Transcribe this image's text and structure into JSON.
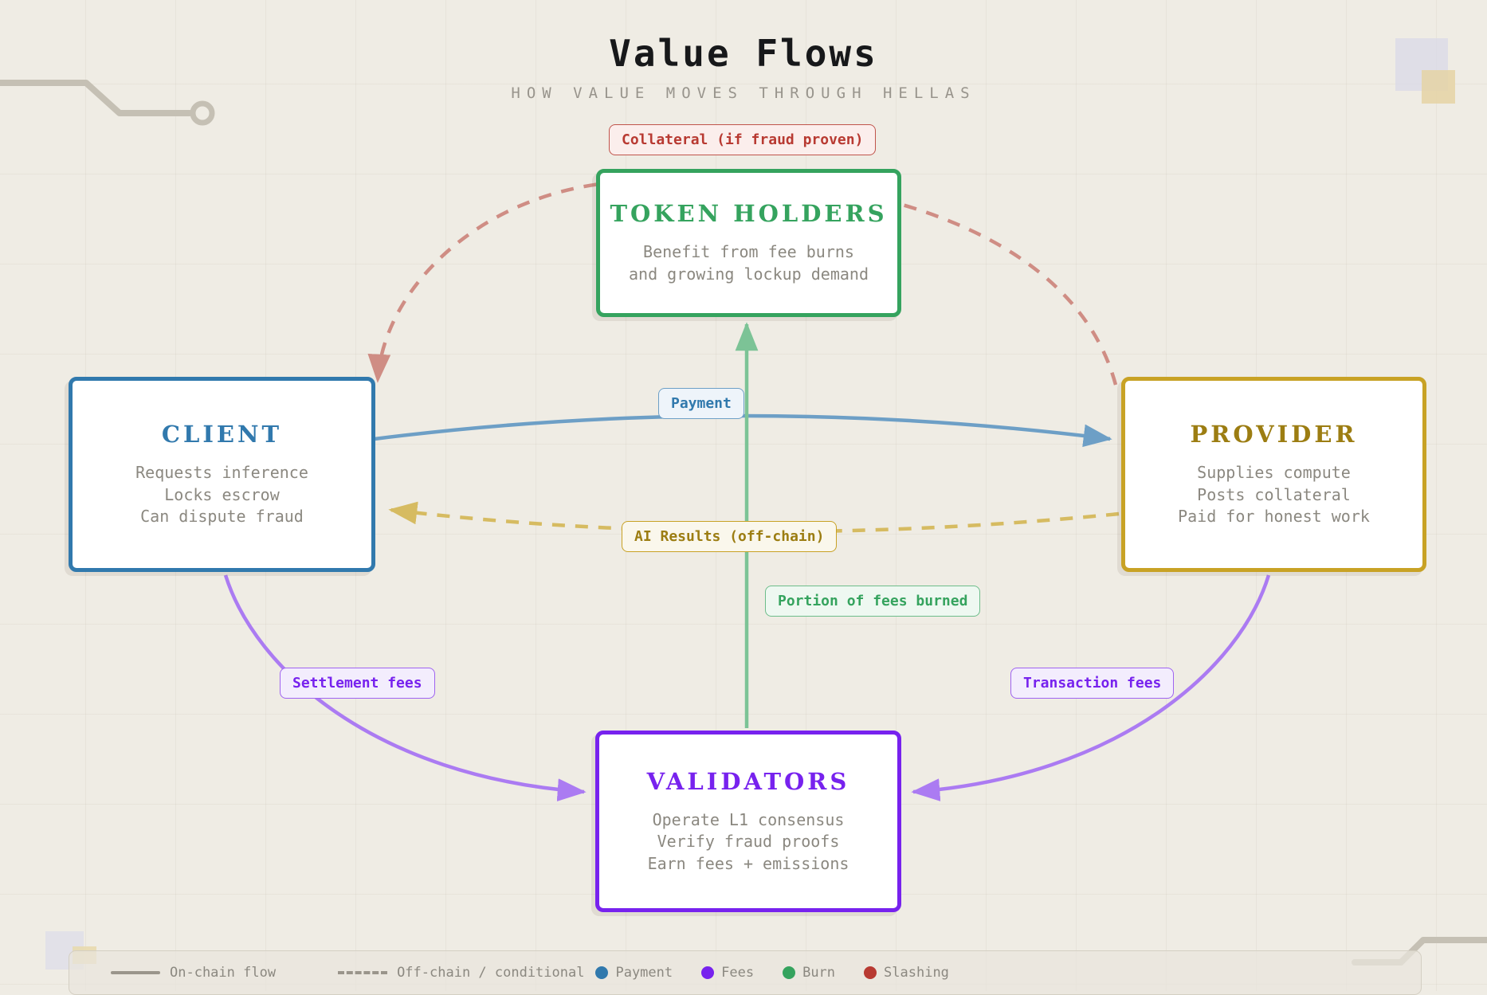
{
  "header": {
    "title": "Value Flows",
    "subtitle": "HOW VALUE MOVES THROUGH HELLAS"
  },
  "colors": {
    "background": "#efece4",
    "client": "#3179ad",
    "provider": "#c8a225",
    "token_holders": "#35a35e",
    "validators": "#7722ee",
    "slashing": "#b83a32",
    "payment": "#3179ad",
    "fees": "#7722ee",
    "burn": "#35a35e"
  },
  "nodes": [
    {
      "id": "token-holders",
      "title": "TOKEN HOLDERS",
      "lines": [
        "Benefit from fee burns",
        "and growing lockup demand"
      ],
      "color": "#35a35e"
    },
    {
      "id": "client",
      "title": "CLIENT",
      "lines": [
        "Requests inference",
        "Locks escrow",
        "Can dispute fraud"
      ],
      "color": "#3179ad"
    },
    {
      "id": "provider",
      "title": "PROVIDER",
      "lines": [
        "Supplies compute",
        "Posts collateral",
        "Paid for honest work"
      ],
      "color": "#c8a225"
    },
    {
      "id": "validators",
      "title": "VALIDATORS",
      "lines": [
        "Operate L1 consensus",
        "Verify fraud proofs",
        "Earn fees + emissions"
      ],
      "color": "#7722ee"
    }
  ],
  "edges": [
    {
      "id": "payment",
      "label": "Payment",
      "from": "client",
      "to": "provider",
      "style": "solid",
      "color": "#3179ad"
    },
    {
      "id": "ai-results",
      "label": "AI Results (off-chain)",
      "from": "provider",
      "to": "client",
      "style": "dashed",
      "color": "#c8a225"
    },
    {
      "id": "collateral",
      "label": "Collateral (if fraud proven)",
      "from": "provider",
      "to": "client",
      "style": "dashed",
      "color": "#c0544b"
    },
    {
      "id": "burn",
      "label": "Portion of fees burned",
      "from": "validators",
      "to": "token-holders",
      "style": "solid",
      "color": "#35a35e"
    },
    {
      "id": "settlement",
      "label": "Settlement fees",
      "from": "client",
      "to": "validators",
      "style": "solid",
      "color": "#9f63f0"
    },
    {
      "id": "transaction",
      "label": "Transaction fees",
      "from": "provider",
      "to": "validators",
      "style": "solid",
      "color": "#9f63f0"
    }
  ],
  "legend": {
    "lines": [
      {
        "label": "On-chain flow",
        "style": "solid"
      },
      {
        "label": "Off-chain / conditional",
        "style": "dashed"
      }
    ],
    "dots": [
      {
        "label": "Payment",
        "color": "#3179ad"
      },
      {
        "label": "Fees",
        "color": "#7722ee"
      },
      {
        "label": "Burn",
        "color": "#35a35e"
      },
      {
        "label": "Slashing",
        "color": "#b83a32"
      }
    ]
  }
}
